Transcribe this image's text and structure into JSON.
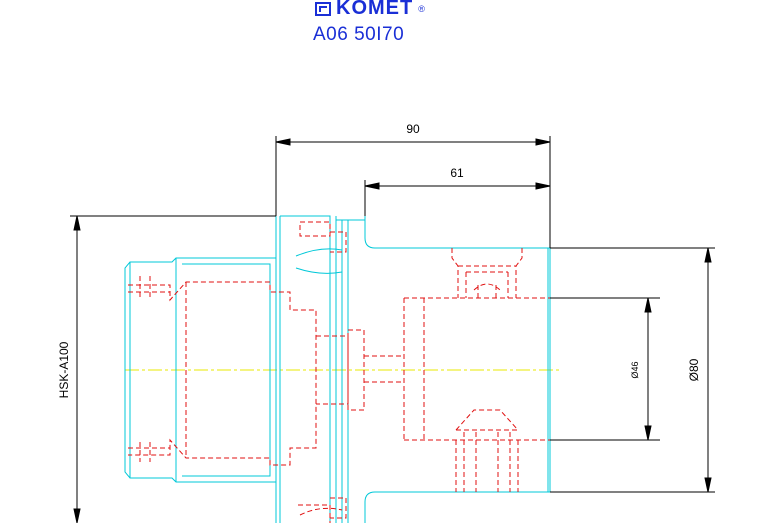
{
  "header": {
    "brand": "KOMET",
    "brand_mark": "®",
    "part_code": "A06 50I70"
  },
  "dimensions": {
    "overall_length": "90",
    "body_length": "61",
    "shank": "HSK-A100",
    "bore_diameter": "Ø46",
    "outer_diameter": "Ø80"
  },
  "colors": {
    "outline": "#00c8d8",
    "hidden": "#e01010",
    "centerline": "#e8e800",
    "dimension": "#000000",
    "brand": "#1a2fd6"
  }
}
